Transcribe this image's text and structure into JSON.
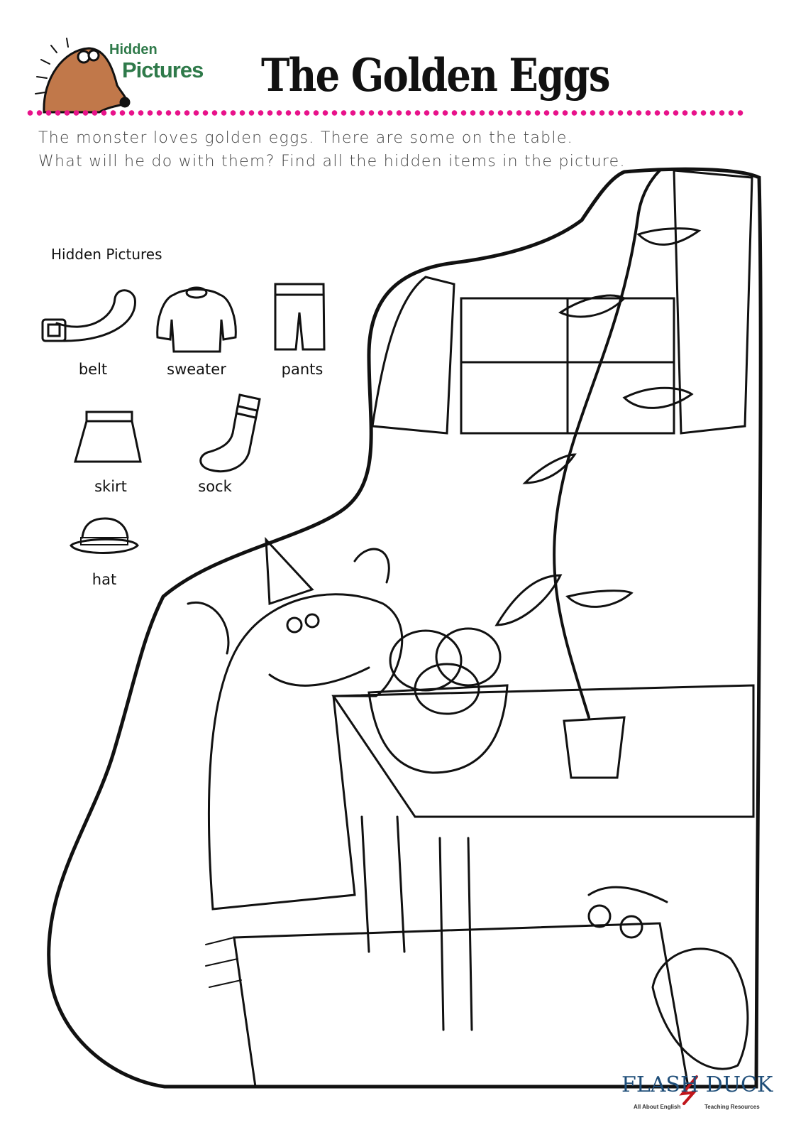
{
  "header": {
    "logo_line1": "Hidden",
    "logo_line2": "Pictures",
    "title": "The Golden Eggs"
  },
  "intro": [
    "The monster loves golden eggs. There are some on the table.",
    "What will he do with them? Find all the hidden items in the picture."
  ],
  "hidden_pictures": {
    "title": "Hidden Pictures",
    "items": [
      {
        "label": "belt",
        "icon": "belt-icon"
      },
      {
        "label": "sweater",
        "icon": "sweater-icon"
      },
      {
        "label": "pants",
        "icon": "pants-icon"
      },
      {
        "label": "skirt",
        "icon": "skirt-icon"
      },
      {
        "label": "sock",
        "icon": "sock-icon"
      },
      {
        "label": "hat",
        "icon": "hat-icon"
      }
    ]
  },
  "footer": {
    "brand": "FLASH DUCK",
    "tagline_left": "All About English",
    "tagline_right": "Teaching Resources"
  },
  "colors": {
    "accent_dots": "#e8128a",
    "logo_green": "#2f7a4a",
    "brand_blue": "#1f4e79",
    "brand_red": "#c0161c"
  }
}
